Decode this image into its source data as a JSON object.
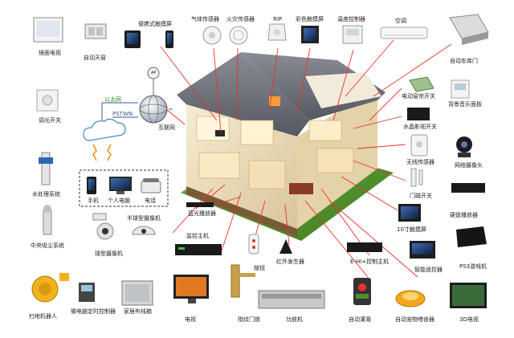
{
  "labels": {
    "mirror_tv": "镜面电视",
    "auto_skylight": "自动天窗",
    "portable_touchscreen": "便携式触摸屏",
    "gas_sensor": "气体传感器",
    "fire_sensor": "火灾传感器",
    "rip": "RIP",
    "color_touchscreen": "彩色触摸屏",
    "thermostat": "温度控制器",
    "air_conditioner": "空调",
    "auto_garage_door": "自动车库门",
    "dimmer_switch": "调光开关",
    "ethernet": "以太网",
    "pstwn": "PSTWN",
    "internet": "互联网",
    "ap": "AP",
    "electric_curtain_switch": "电动窗帘开关",
    "background_music": "背景音乐面板",
    "crystal_tv_switch": "水晶影视开关",
    "water_treatment": "水处理系统",
    "mobile_phone": "手机",
    "personal_computer": "个人电脑",
    "telephone": "电话",
    "wireless_sensor": "无线传感器",
    "network_camera": "网络摄像头",
    "door_switch": "门磁开关",
    "bluray_player": "蓝光播放器",
    "half_dome_camera": "半球型摄像机",
    "hard_disk_player": "硬盘播放器",
    "touchscreen_10": "10寸触摸屏",
    "central_vacuum": "中央吸尘系统",
    "ball_camera": "球型摄像机",
    "control_host": "监控主机",
    "key_fob": "按钮",
    "ir_transmitter": "红外发生器",
    "ehi_host": "E-HI+控制主机",
    "smart_remote": "智能遥控器",
    "ps3": "PS3游戏机",
    "robot_vacuum": "扫地机器人",
    "mini_controller": "微电脑定时控制器",
    "wiring_box": "家居布线箱",
    "tv": "电视",
    "fingerprint_lock": "指纹门锁",
    "amplifier": "功放机",
    "auto_irrigation": "自动灌溉",
    "pet_feeder": "自动宠物喂食器",
    "tv_3d": "3D电视"
  },
  "colors": {
    "line": "#e8312a",
    "house_roof": "#6b6e78",
    "house_wall": "#efe3c6",
    "lawn": "#4f8f2b",
    "network_blue": "#3a5a8c",
    "orange_zigzag": "#f08a1a"
  }
}
